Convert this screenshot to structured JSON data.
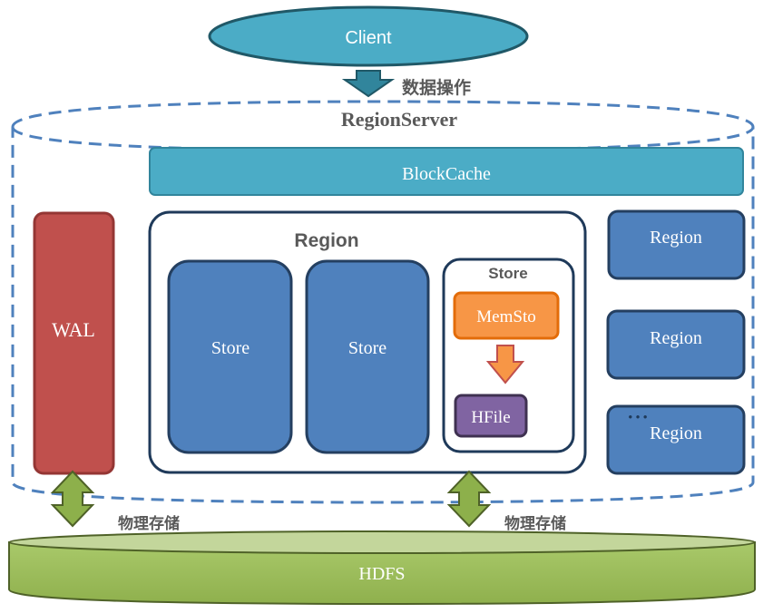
{
  "client": {
    "label": "Client",
    "color": "#4bacc6"
  },
  "client_arrow_label": "数据操作",
  "region_server": {
    "label": "RegionServer",
    "border_color": "#4f81bd"
  },
  "block_cache": {
    "label": "BlockCache",
    "color": "#4bacc6"
  },
  "wal": {
    "label": "WAL",
    "color": "#c0504d"
  },
  "region_main": {
    "label": "Region",
    "stores": [
      {
        "label": "Store"
      },
      {
        "label": "Store"
      }
    ],
    "store_detail": {
      "label": "Store",
      "memstore": {
        "label": "MemSto",
        "color": "#f79646"
      },
      "hfile": {
        "label": "HFile",
        "color": "#8064a2"
      }
    }
  },
  "side_regions": [
    {
      "label": "Region"
    },
    {
      "label": "Region"
    },
    {
      "label": "Region",
      "ellipsis": "• • •"
    }
  ],
  "storage_arrow_labels": [
    "物理存储",
    "物理存储"
  ],
  "hdfs": {
    "label": "HDFS",
    "color": "#9bbb59"
  },
  "colors": {
    "region_blue": "#4f81bd",
    "dark_border": "#243f60",
    "arrow_teal": "#31859c"
  }
}
